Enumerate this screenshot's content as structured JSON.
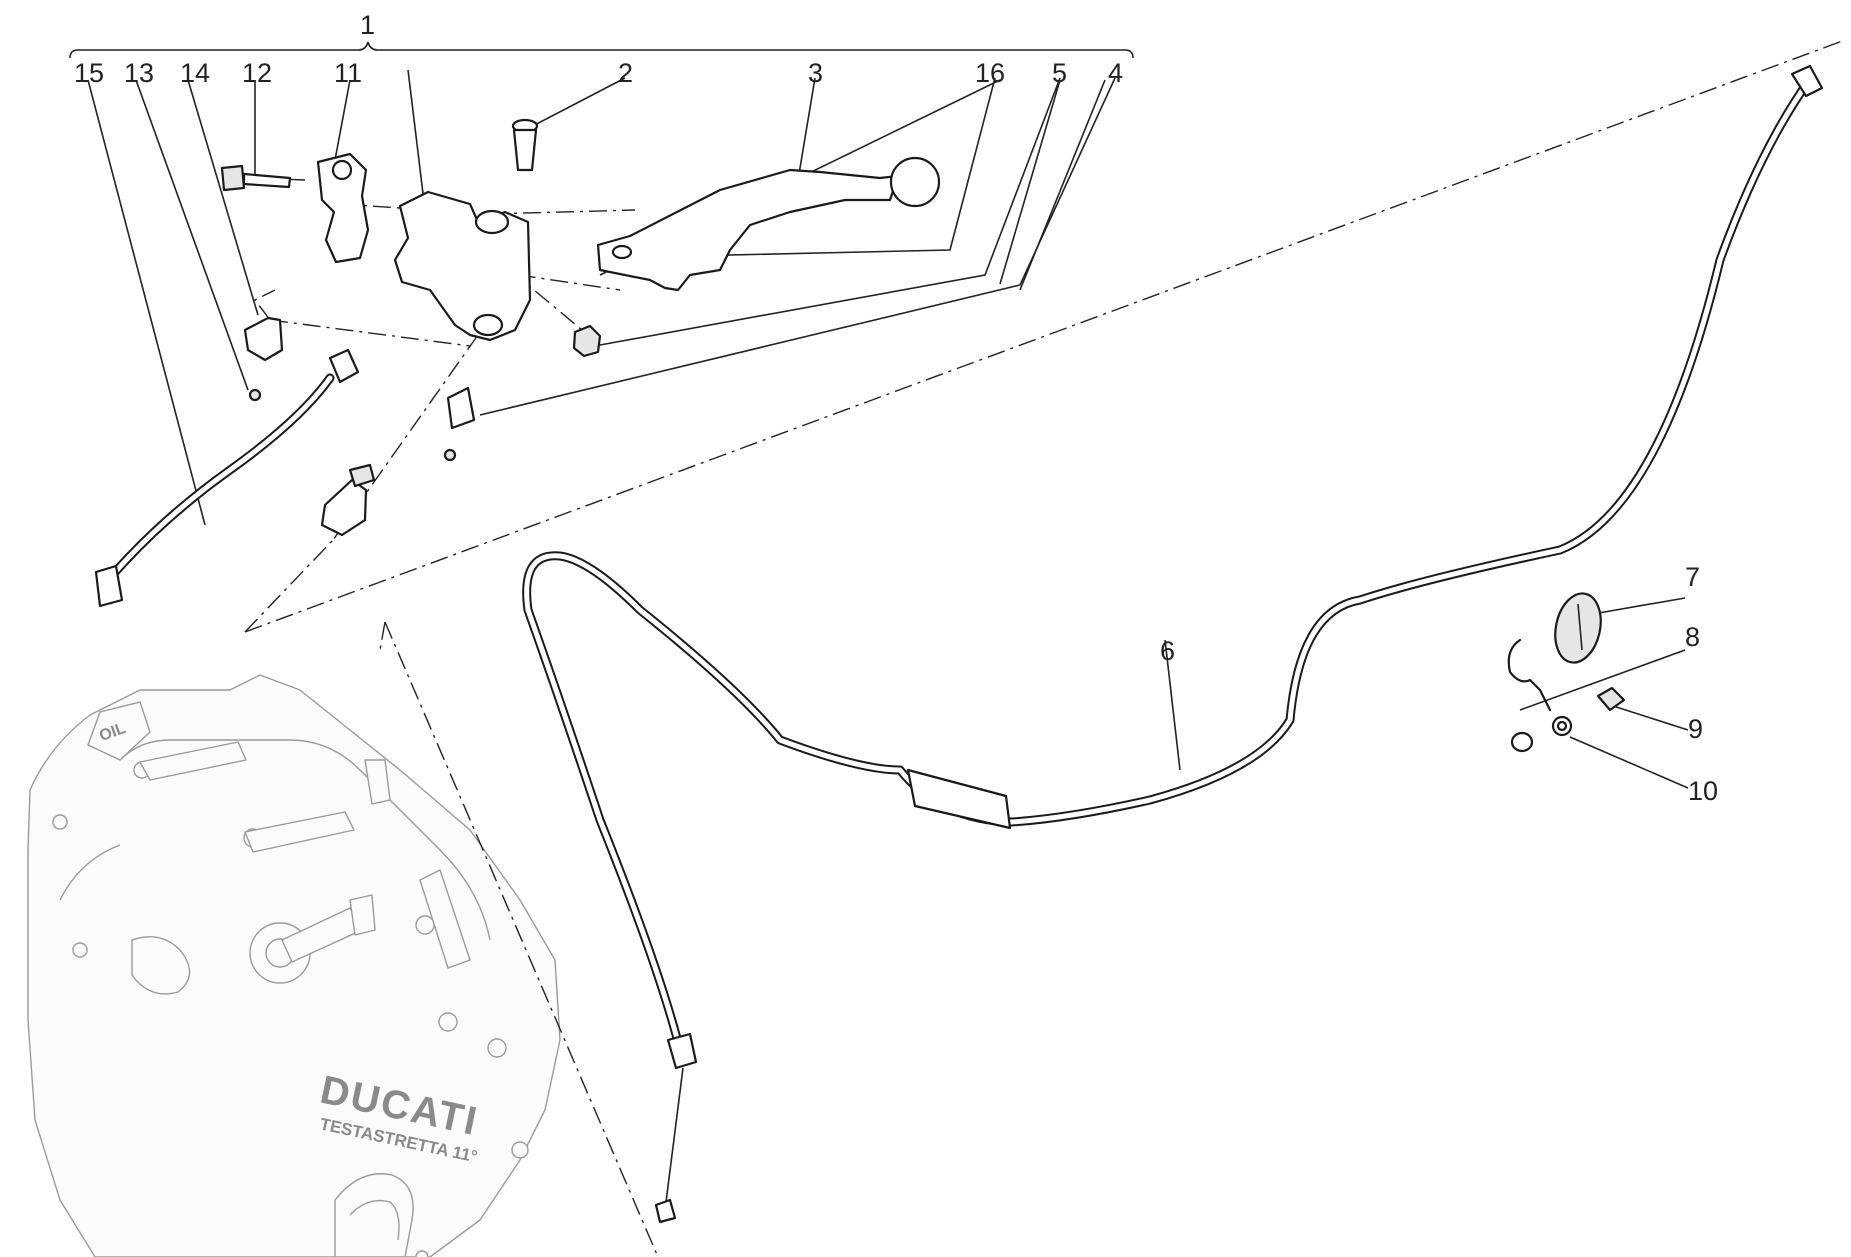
{
  "callouts": {
    "c1": "1",
    "c2": "2",
    "c3": "3",
    "c4": "4",
    "c5": "5",
    "c6": "6",
    "c7": "7",
    "c8": "8",
    "c9": "9",
    "c10": "10",
    "c11": "11",
    "c12": "12",
    "c13": "13",
    "c14": "14",
    "c15": "15",
    "c16": "16"
  },
  "engine_cover": {
    "oil_mark": "OIL",
    "logo_text": "DUCATI",
    "engine_text": "TESTASTRETTA 11°"
  },
  "colors": {
    "line": "#222222",
    "ghost": "#9a9a9a",
    "background": "#ffffff"
  }
}
